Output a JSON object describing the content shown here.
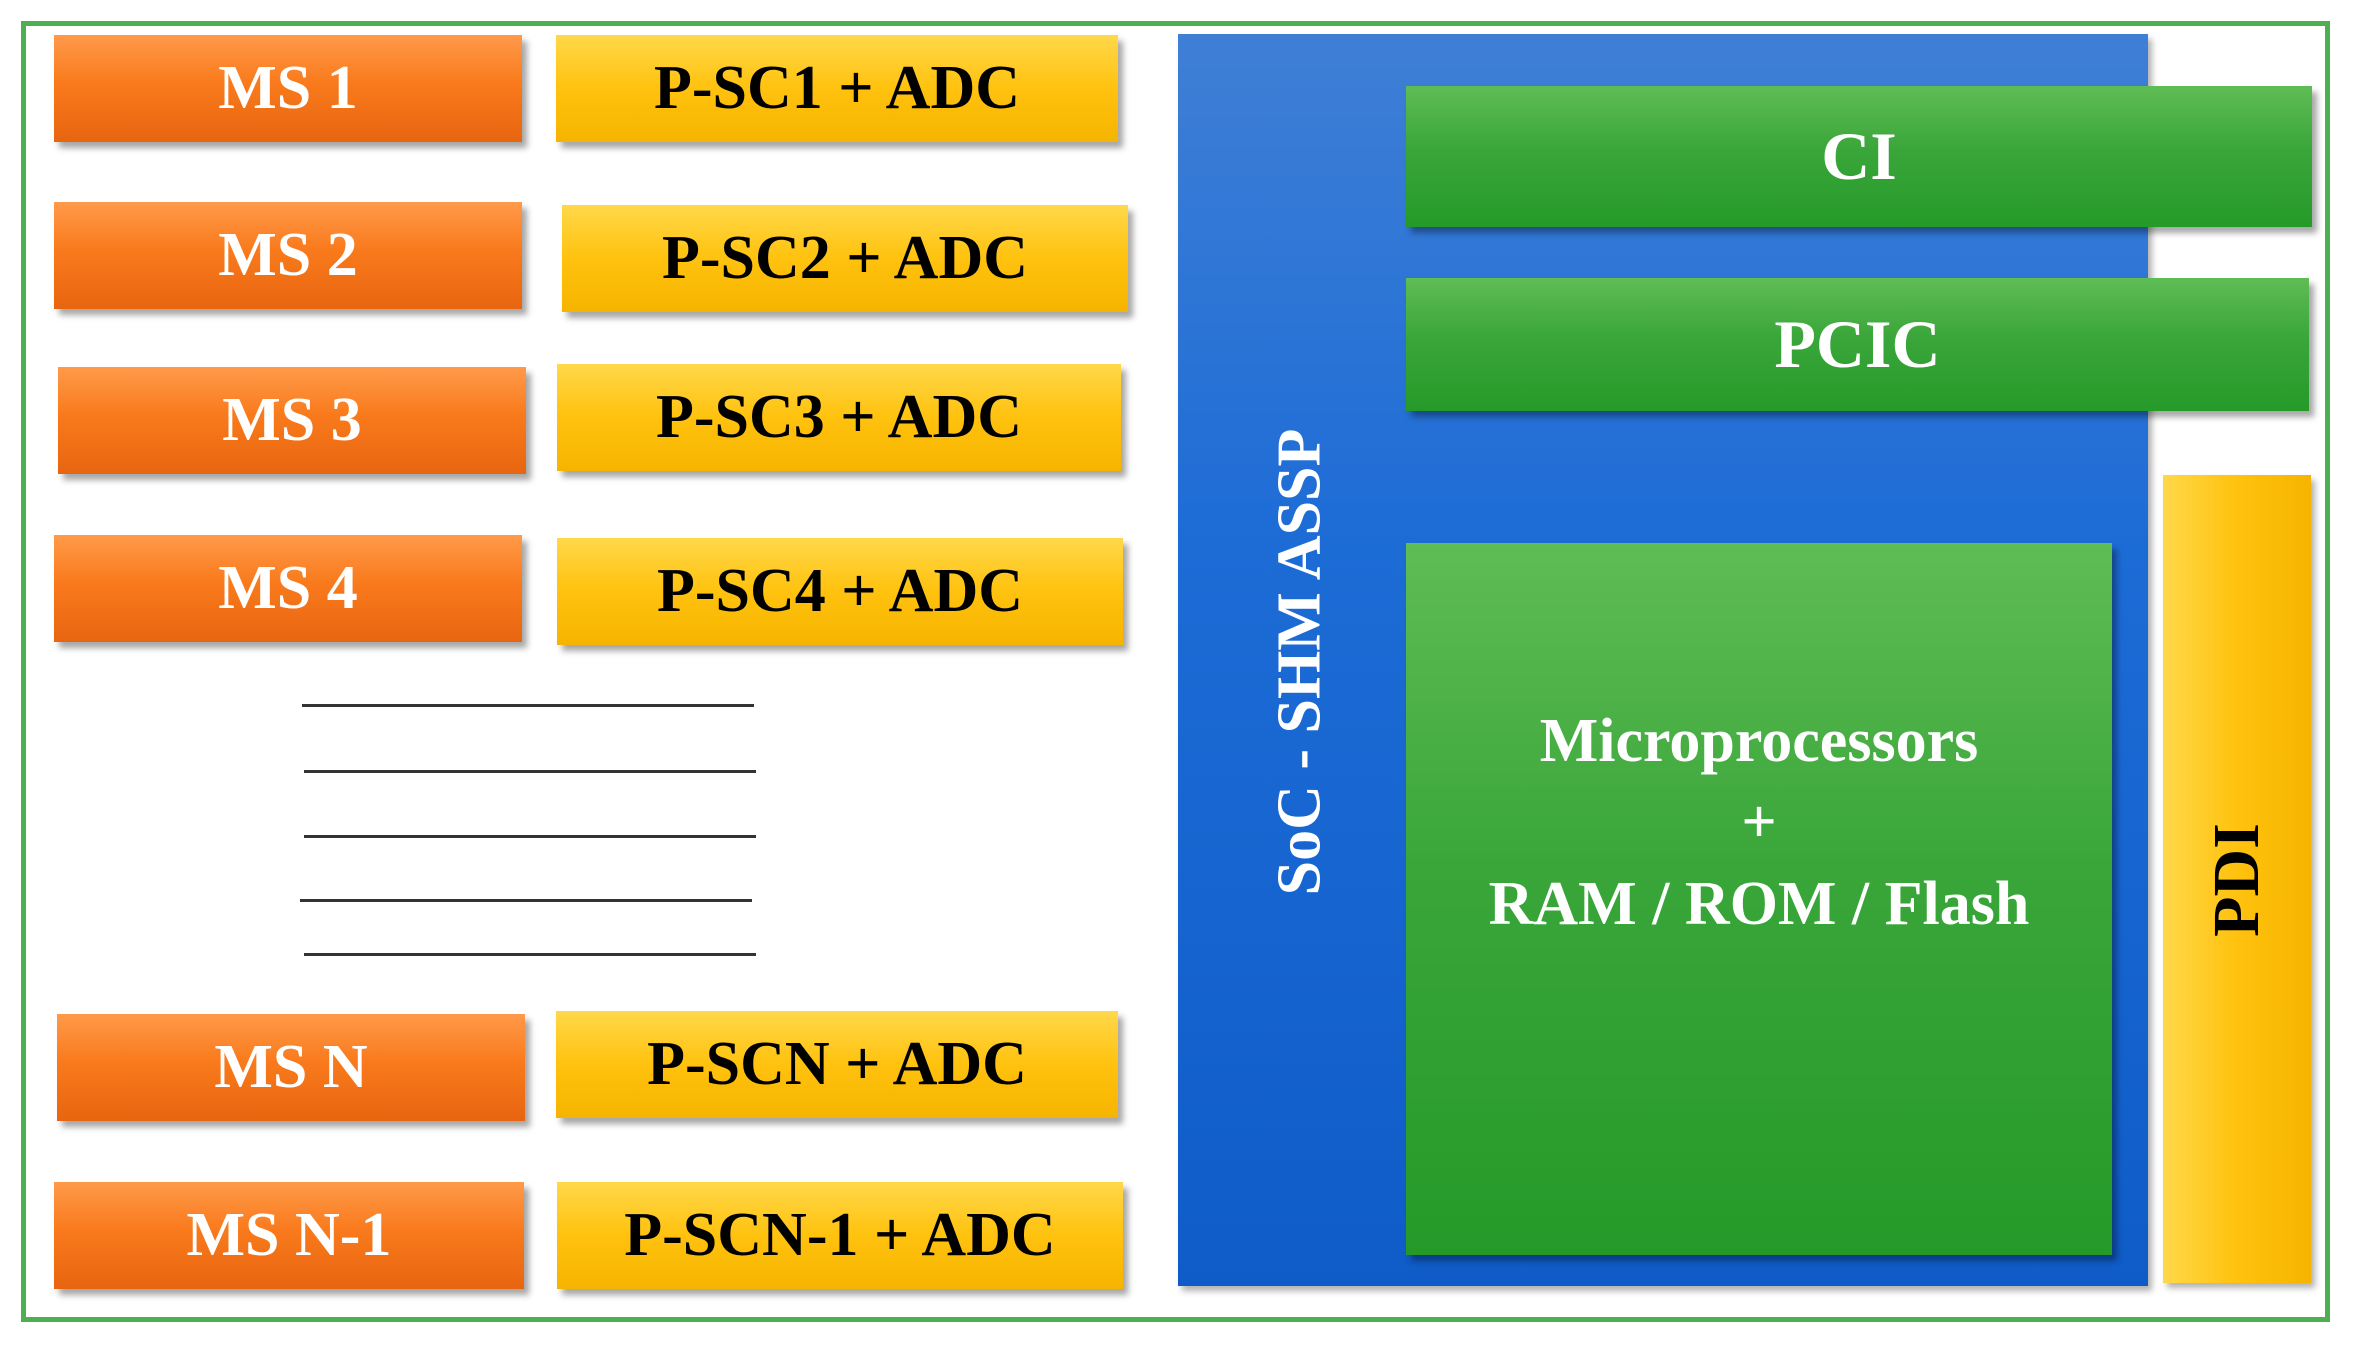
{
  "sensors": [
    {
      "ms": "MS 1",
      "psc": "P-SC1 + ADC"
    },
    {
      "ms": "MS 2",
      "psc": "P-SC2 + ADC"
    },
    {
      "ms": "MS 3",
      "psc": "P-SC3 + ADC"
    },
    {
      "ms": "MS 4",
      "psc": "P-SC4 + ADC"
    },
    {
      "ms": "MS N",
      "psc": "P-SCN + ADC"
    },
    {
      "ms": "MS N-1",
      "psc": "P-SCN-1 + ADC"
    }
  ],
  "soc": {
    "label": "SoC - SHM ASSP",
    "ci": "CI",
    "pcic": "PCIC",
    "processor_line1": "Microprocessors",
    "processor_line2": "+",
    "processor_line3": "RAM / ROM / Flash"
  },
  "pdi": "PDI",
  "colors": {
    "frame": "#4caf50",
    "ms_orange": "#f97a1c",
    "psc_yellow": "#ffc20e",
    "soc_blue": "#1d6cd6",
    "block_green": "#3aa63a"
  }
}
